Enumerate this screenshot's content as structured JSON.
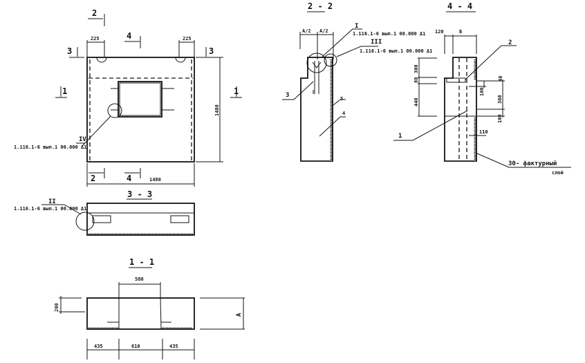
{
  "plan": {
    "section_2_top": "2",
    "section_4_top": "4",
    "section_3_left": "3",
    "section_3_right": "3",
    "section_1_left": "1",
    "section_1_right": "1",
    "section_2_bottom": "2",
    "section_4_bottom": "4",
    "dim_top_left": "225",
    "dim_top_right": "225",
    "dim_height": "1480",
    "dim_width": "1480",
    "callout_IV": "IV",
    "callout_IV_ref": "1.116.1-6 вып.1 00.000 Δ1"
  },
  "section_3_3": {
    "title": "3 - 3",
    "callout_II": "II",
    "callout_II_ref": "1.116.1-6 вып.1 00.000 Δ1"
  },
  "section_1_1": {
    "title": "1 - 1",
    "dim_580": "580",
    "dim_200": "200",
    "dim_A": "A",
    "dim_435_left": "435",
    "dim_610": "610",
    "dim_435_right": "435"
  },
  "section_2_2": {
    "title": "2 - 2",
    "dim_a2_left": "A/2",
    "dim_a2_right": "A/2",
    "callout_I": "I",
    "callout_I_ref": "1.116.1-6 вып.1 00.000 Δ1",
    "callout_III": "III",
    "callout_III_ref": "1.116.1-6 вып.1 00.000 Δ1",
    "label_3": "3",
    "label_5": "5",
    "label_4": "4"
  },
  "section_4_4": {
    "title": "4 - 4",
    "dim_120": "120",
    "dim_B": "Б",
    "dim_300": "300",
    "dim_80": "80",
    "dim_440": "440",
    "dim_40": "40",
    "dim_100_a": "100",
    "dim_360": "360",
    "dim_100_b": "100",
    "dim_110": "110",
    "label_2": "2",
    "label_1": "1",
    "layer_note_1": "30- фактурный",
    "layer_note_2": "слой"
  }
}
